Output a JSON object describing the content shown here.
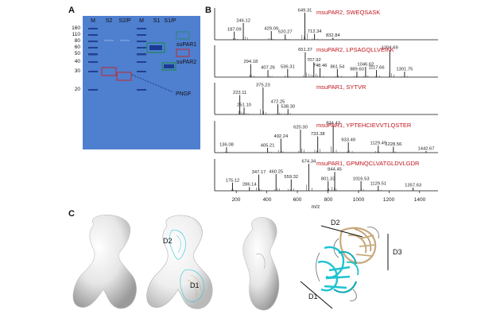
{
  "panels": {
    "a": "A",
    "b": "B",
    "c": "C"
  },
  "gel": {
    "lanes": [
      "M",
      "S2",
      "S2/P",
      "M",
      "S1",
      "S1/P"
    ],
    "mw_markers": [
      "160",
      "110",
      "80",
      "60",
      "50",
      "40",
      "30",
      "20"
    ],
    "legend": {
      "supar1": "suPAR1",
      "supar2": "suPAR2",
      "pngf": "PNGF"
    },
    "colors": {
      "gel": "#4f7fcf",
      "supar1": "#1a8a3a",
      "supar2": "#c22b2b"
    }
  },
  "ms": {
    "x_ticks": [
      "200",
      "400",
      "600",
      "800",
      "1000",
      "1200",
      "1400"
    ],
    "xlabel": "m/z",
    "spectra": [
      {
        "peptide": "msuPAR2, SWEQSASK",
        "peaks": [
          {
            "mz": 187.09,
            "label": "187.09",
            "h": 0.3
          },
          {
            "mz": 246.12,
            "label": "246.12",
            "h": 0.62
          },
          {
            "mz": 429.09,
            "label": "429.09",
            "h": 0.32
          },
          {
            "mz": 520.27,
            "label": "520.27",
            "h": 0.2
          },
          {
            "mz": 649.31,
            "label": "649.31",
            "h": 1.0
          },
          {
            "mz": 712.34,
            "label": "712.34",
            "h": 0.22
          },
          {
            "mz": 832.84,
            "label": "832.84",
            "h": 0.08
          }
        ]
      },
      {
        "peptide": "msuPAR2, LPSAGQLLVEIFK",
        "peaks": [
          {
            "mz": 294.18,
            "label": "294.18",
            "h": 0.48
          },
          {
            "mz": 407.26,
            "label": "407.26",
            "h": 0.26
          },
          {
            "mz": 536.31,
            "label": "536.31",
            "h": 0.3
          },
          {
            "mz": 651.37,
            "label": "651.37",
            "h": 0.92
          },
          {
            "mz": 707.92,
            "label": "707.92",
            "h": 0.55
          },
          {
            "mz": 748.46,
            "label": "748.46",
            "h": 0.34
          },
          {
            "mz": 861.54,
            "label": "861.54",
            "h": 0.3
          },
          {
            "mz": 989.6,
            "label": "989.60",
            "h": 0.2
          },
          {
            "mz": 1046.62,
            "label": "1046.62",
            "h": 0.38
          },
          {
            "mz": 1117.66,
            "label": "1117.66",
            "h": 0.26
          },
          {
            "mz": 1204.69,
            "label": "1204.69",
            "h": 1.0
          },
          {
            "mz": 1301.75,
            "label": "1301.75",
            "h": 0.2
          }
        ]
      },
      {
        "peptide": "msuPAR1, SYTVR",
        "peaks": [
          {
            "mz": 223.11,
            "label": "223.11",
            "h": 0.72
          },
          {
            "mz": 251.1,
            "label": "251.10",
            "h": 0.26
          },
          {
            "mz": 375.23,
            "label": "375.23",
            "h": 1.0
          },
          {
            "mz": 472.25,
            "label": "472.25",
            "h": 0.38
          },
          {
            "mz": 538.3,
            "label": "538.30",
            "h": 0.2
          }
        ]
      },
      {
        "peptide": "msuPAR1, YPTEHCIEVVTLQSTER",
        "peaks": [
          {
            "mz": 136.08,
            "label": "136.08",
            "h": 0.2
          },
          {
            "mz": 405.21,
            "label": "405.21",
            "h": 0.18
          },
          {
            "mz": 492.24,
            "label": "492.24",
            "h": 0.52
          },
          {
            "mz": 620.3,
            "label": "620.30",
            "h": 0.85
          },
          {
            "mz": 733.38,
            "label": "733.38",
            "h": 0.6
          },
          {
            "mz": 834.43,
            "label": "834.43",
            "h": 1.0
          },
          {
            "mz": 933.49,
            "label": "933.49",
            "h": 0.38
          },
          {
            "mz": 1129.49,
            "label": "1129.49",
            "h": 0.26
          },
          {
            "mz": 1228.56,
            "label": "1228.56",
            "h": 0.22
          },
          {
            "mz": 1442.67,
            "label": "1442.67",
            "h": 0.06
          }
        ]
      },
      {
        "peptide": "msuPAR1, GPMNQCLVATGLDVLGDR",
        "peaks": [
          {
            "mz": 175.12,
            "label": "175.12",
            "h": 0.3
          },
          {
            "mz": 286.14,
            "label": "286.14",
            "h": 0.14
          },
          {
            "mz": 347.17,
            "label": "347.17",
            "h": 0.6
          },
          {
            "mz": 460.25,
            "label": "460.25",
            "h": 0.62
          },
          {
            "mz": 559.32,
            "label": "559.32",
            "h": 0.42
          },
          {
            "mz": 674.34,
            "label": "674.34",
            "h": 1.0
          },
          {
            "mz": 801.33,
            "label": "801.33",
            "h": 0.36
          },
          {
            "mz": 844.45,
            "label": "844.45",
            "h": 0.7
          },
          {
            "mz": 1016.53,
            "label": "1016.53",
            "h": 0.36
          },
          {
            "mz": 1129.51,
            "label": "1129.51",
            "h": 0.18
          },
          {
            "mz": 1357.63,
            "label": "1357.63",
            "h": 0.12
          }
        ]
      }
    ]
  },
  "structure": {
    "d1": "D1",
    "d2": "D2",
    "d3": "D3",
    "colors": {
      "cyan": "#1fc3d1",
      "tan": "#c8a97a"
    }
  }
}
